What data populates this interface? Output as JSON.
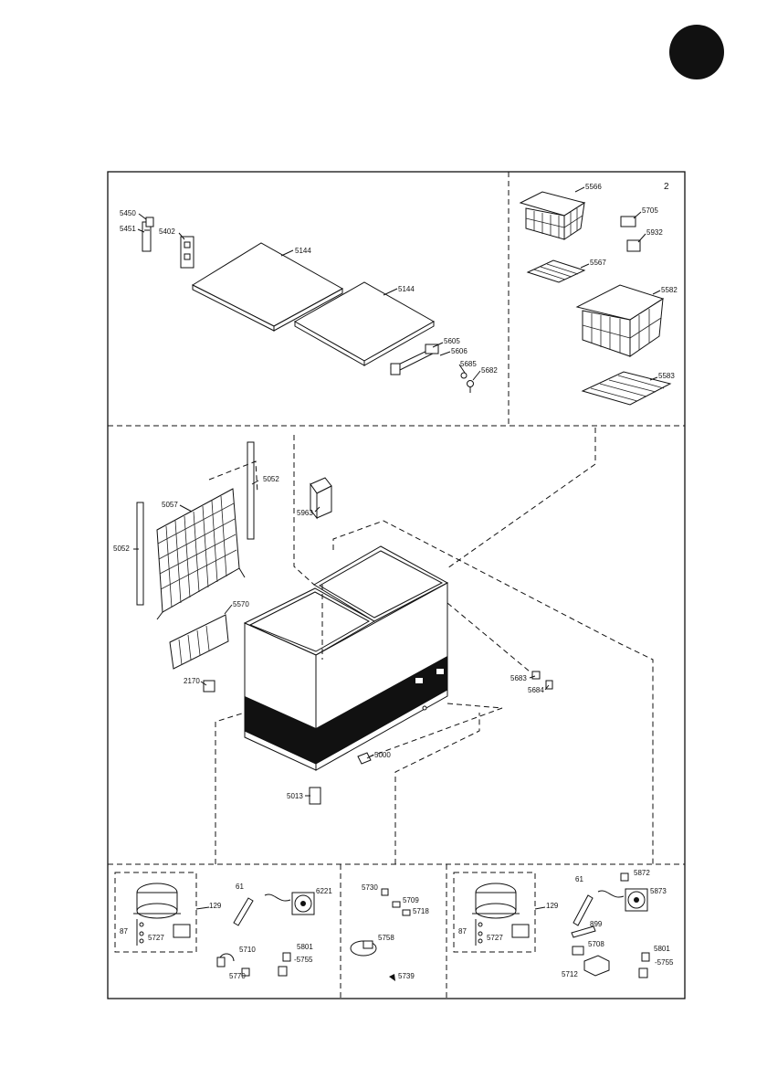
{
  "page": {
    "section_badge": "",
    "panel_number": "2"
  },
  "labels": {
    "p5450": "5450",
    "p5451": "5451",
    "p5402": "5402",
    "p5144a": "5144",
    "p5144b": "5144",
    "p5605": "5605",
    "p5606": "5606",
    "p5685": "5685",
    "p5682": "5682",
    "p5566": "5566",
    "p5705": "5705",
    "p5932": "5932",
    "p5567": "5567",
    "p5582": "5582",
    "p5583": "5583",
    "p5052a": "5052",
    "p5052b": "5052",
    "p5057": "5057",
    "p5963": "5963",
    "p5570": "5570",
    "p2170": "2170",
    "p5683": "5683",
    "p5684": "5684",
    "p5000": "5000",
    "p5013": "5013",
    "l61": "61",
    "l6221": "6221",
    "l129": "129",
    "l87": "87",
    "l5727": "5727",
    "l5710": "5710",
    "l5801": "5801",
    "l5755": "-5755",
    "l5770": "5770",
    "m5730": "5730",
    "m5709": "5709",
    "m5718": "5718",
    "m5758": "5758",
    "m5739": "5739",
    "r61": "61",
    "r5872": "5872",
    "r5873": "5873",
    "r129": "129",
    "r87": "87",
    "r5727": "5727",
    "r899": "899",
    "r5708": "5708",
    "r5712": "5712",
    "r5801": "5801",
    "r5755": "-5755"
  }
}
